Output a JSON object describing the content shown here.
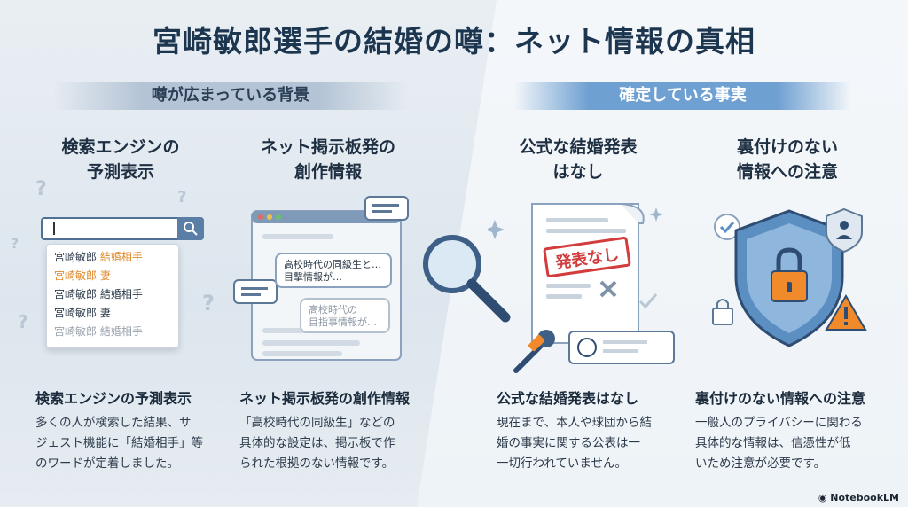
{
  "title": "宮崎敏郎選手の結婚の噂：ネット情報の真相",
  "banners": {
    "left": "噂が広まっている背景",
    "right": "確定している事実"
  },
  "columns": [
    {
      "head": [
        "検索エンジンの",
        "予測表示"
      ],
      "subhead": "検索エンジンの予測表示",
      "desc": [
        "多くの人が検索した結果、サ",
        "ジェスト機能に「結婚相手」等",
        "のワードが定着しました。"
      ]
    },
    {
      "head": [
        "ネット掲示板発の",
        "創作情報"
      ],
      "subhead": "ネット掲示板発の創作情報",
      "desc": [
        "「高校時代の同級生」などの",
        "具体的な設定は、掲示板で作",
        "られた根拠のない情報です。"
      ]
    },
    {
      "head": [
        "公式な結婚発表",
        "はなし"
      ],
      "subhead": "公式な結婚発表はなし",
      "desc": [
        "現在まで、本人や球団から結",
        "婚の事実に関する公表は一",
        "一切行われていません。"
      ]
    },
    {
      "head": [
        "裏付けのない",
        "情報への注意"
      ],
      "subhead": "裏付けのない情報への注意",
      "desc": [
        "一般人のプライバシーに関わる",
        "具体的な情報は、信憑性が低",
        "いため注意が必要です。"
      ]
    }
  ],
  "search": {
    "suggestions": [
      {
        "name": "宮崎敏郎",
        "term": "結婚相手",
        "name_color": "#2c3a4a",
        "term_color": "#e08a2a"
      },
      {
        "name": "宮崎敏郎",
        "term": "妻",
        "name_color": "#e08a2a",
        "term_color": "#e08a2a"
      },
      {
        "name": "宮崎敏郎",
        "term": "結婚相手",
        "name_color": "#2c3a4a",
        "term_color": "#2c3a4a"
      },
      {
        "name": "宮崎敏郎",
        "term": "妻",
        "name_color": "#2c3a4a",
        "term_color": "#2c3a4a"
      },
      {
        "name": "宮崎敏郎",
        "term": "結婚相手",
        "name_color": "#9aa4ae",
        "term_color": "#9aa4ae"
      }
    ]
  },
  "board": {
    "bubble1": [
      "高校時代の同級生と…",
      "目撃情報が…"
    ],
    "bubble2": [
      "高校時代の",
      "目指事情報が…"
    ]
  },
  "stamp": "発表なし",
  "brand": "NotebookLM",
  "colors": {
    "accent_blue": "#6fa0d2",
    "warning_orange": "#f08a2a",
    "stamp_red": "#d23c3c",
    "title_navy": "#1d3650"
  }
}
